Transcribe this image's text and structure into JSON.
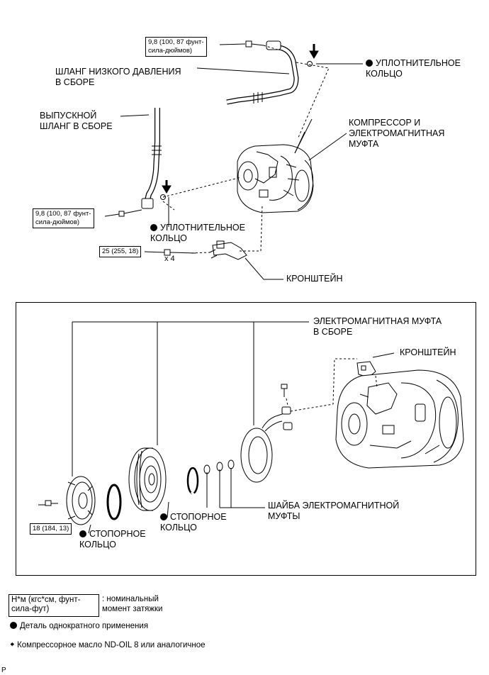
{
  "top": {
    "labels": {
      "low_pressure_hose": "ШЛАНГ НИЗКОГО ДАВЛЕНИЯ\nВ СБОРЕ",
      "discharge_hose": "ВЫПУСКНОЙ\nШЛАНГ В СБОРЕ",
      "o_ring_top": "УПЛОТНИТЕЛЬНОЕ\nКОЛЬЦО",
      "compressor": "КОМПРЕССОР И\nЭЛЕКТРОМАГНИТНАЯ\nМУФТА",
      "o_ring_left": "УПЛОТНИТЕЛЬНОЕ\nКОЛЬЦО",
      "bracket": "КРОНШТЕЙН"
    },
    "torque": {
      "top_bolt": "9,8 (100, 87 фунт-\nсила-дюймов)",
      "left_bolt": "9,8 (100, 87 фунт-\nсила-дюймов)",
      "bracket_bolt": "25 (255, 18)"
    },
    "qty": "x 4"
  },
  "bottom": {
    "labels": {
      "clutch_assembly": "ЭЛЕКТРОМАГНИТНАЯ МУФТА\nВ СБОРЕ",
      "bracket": "КРОНШТЕЙН",
      "clutch_shim": "ШАЙБА ЭЛЕКТРОМАГНИТНОЙ\nМУФТЫ",
      "snap_ring_left": "СТОПОРНОЕ\nКОЛЬЦО",
      "snap_ring_mid": "СТОПОРНОЕ\nКОЛЬЦО"
    },
    "torque": {
      "hub_bolt": "18 (184, 13)"
    }
  },
  "legend": {
    "torque_units": "Н*м (кгс*см, фунт-\nсила-фут)",
    "torque_desc": ": номинальный\nмомент затяжки",
    "single_use": "Деталь однократного применения",
    "oil": "Компрессорное масло ND-OIL 8 или аналогичное"
  },
  "corner_mark": "P"
}
